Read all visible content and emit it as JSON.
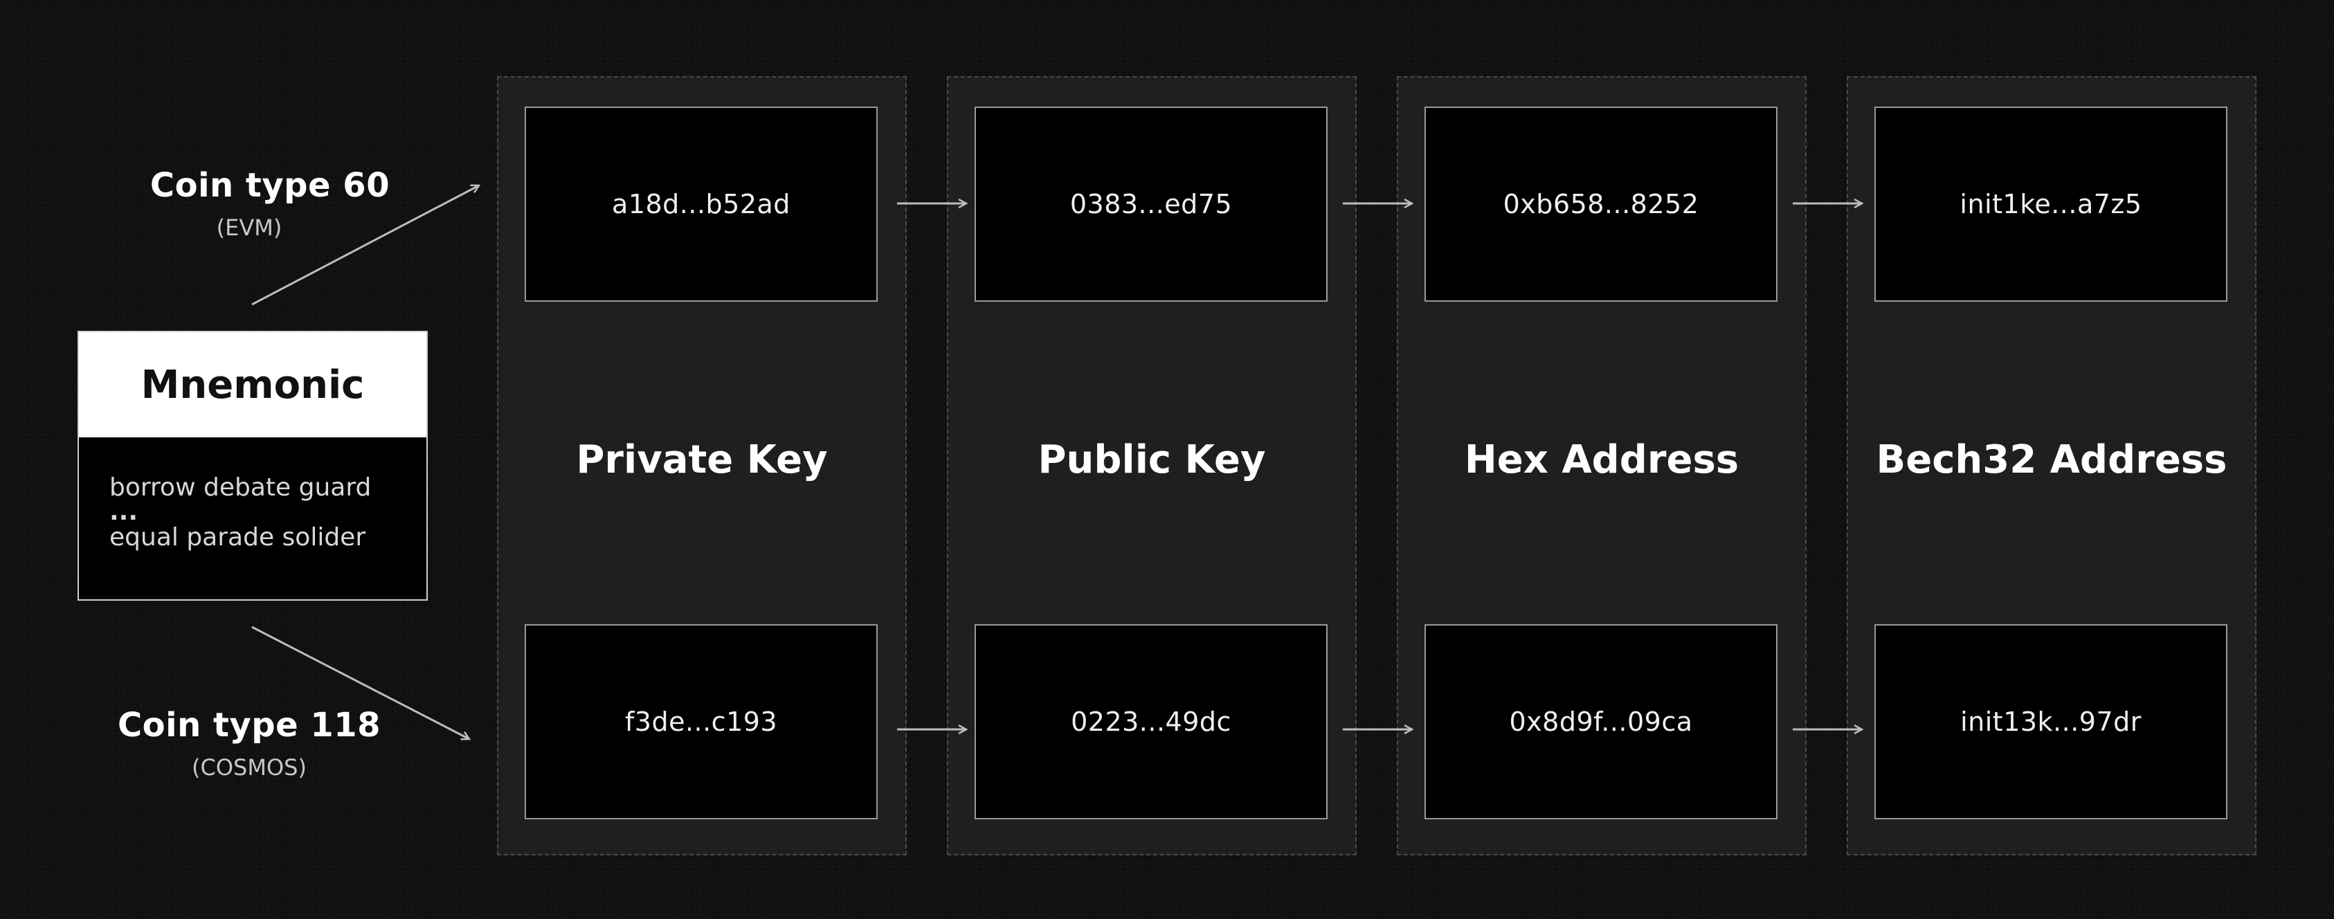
{
  "coin_types": [
    {
      "title": "Coin type 60",
      "subtitle": "(EVM)"
    },
    {
      "title": "Coin type 118",
      "subtitle": "(COSMOS)"
    }
  ],
  "mnemonic": {
    "title": "Mnemonic",
    "line1": "borrow debate guard",
    "ellipsis": "...",
    "line2": "equal parade solider"
  },
  "columns": [
    {
      "title": "Private Key",
      "top_value": "a18d...b52ad",
      "bottom_value": "f3de...c193"
    },
    {
      "title": "Public Key",
      "top_value": "0383...ed75",
      "bottom_value": "0223...49dc"
    },
    {
      "title": "Hex Address",
      "top_value": "0xb658...8252",
      "bottom_value": "0x8d9f...09ca"
    },
    {
      "title": "Bech32 Address",
      "top_value": "init1ke...a7z5",
      "bottom_value": "init13k...97dr"
    }
  ],
  "colors": {
    "background": "#101010",
    "column_fill": "#1f1f1f",
    "box_fill": "#000000",
    "arrow": "#bdbdbd"
  }
}
